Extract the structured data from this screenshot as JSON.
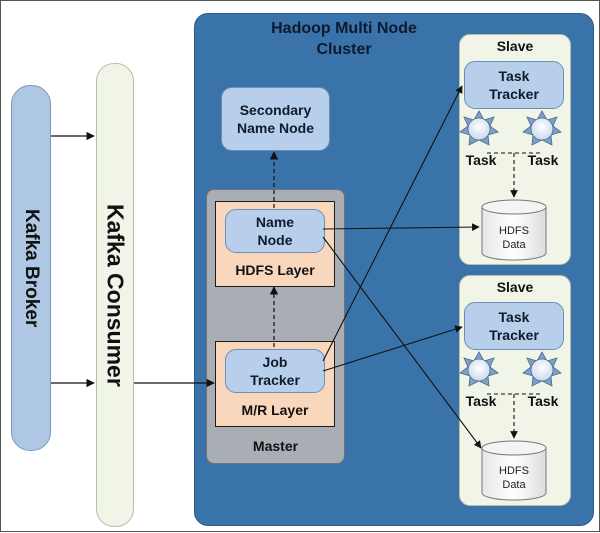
{
  "kafka_broker": {
    "label": "Kafka Broker"
  },
  "kafka_consumer": {
    "label": "Kafka Consumer"
  },
  "cluster": {
    "title_line1": "Hadoop Multi Node",
    "title_line2": "Cluster"
  },
  "secondary_name_node": {
    "line1": "Secondary",
    "line2": "Name Node"
  },
  "master": {
    "label": "Master",
    "name_node": {
      "line1": "Name",
      "line2": "Node"
    },
    "hdfs_layer": "HDFS Layer",
    "job_tracker": {
      "line1": "Job",
      "line2": "Tracker"
    },
    "mr_layer": "M/R Layer"
  },
  "slaves": [
    {
      "label": "Slave",
      "task_tracker": {
        "line1": "Task",
        "line2": "Tracker"
      },
      "tasks": [
        "Task",
        "Task"
      ],
      "hdfs": {
        "line1": "HDFS",
        "line2": "Data"
      }
    },
    {
      "label": "Slave",
      "task_tracker": {
        "line1": "Task",
        "line2": "Tracker"
      },
      "tasks": [
        "Task",
        "Task"
      ],
      "hdfs": {
        "line1": "HDFS",
        "line2": "Data"
      }
    }
  ],
  "colors": {
    "cluster": "#3a73aa",
    "node_fill": "#b7cfea",
    "layer_fill": "#f9d7bd",
    "master_fill": "#a9aeb4",
    "slave_fill": "#f0f5e8",
    "broker_fill": "#aec7e3"
  }
}
